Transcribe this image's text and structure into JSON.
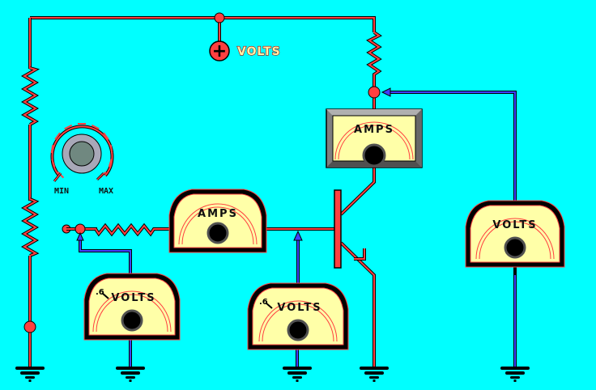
{
  "diagram": {
    "title": "Transistor bias circuit with meters",
    "background_color": "#00ffff",
    "wire_color": "#ff4040",
    "probe_color": "#4040ff",
    "meter_face_color": "#ffffa8"
  },
  "supply": {
    "symbol": "+",
    "label": "VOLTS"
  },
  "knob": {
    "min_label": "MIN",
    "max_label": "MAX"
  },
  "meters": {
    "collector_ammeter": {
      "label": "AMPS"
    },
    "base_ammeter": {
      "label": "AMPS"
    },
    "input_voltmeter": {
      "label": "VOLTS",
      "tick": ".6"
    },
    "base_voltmeter": {
      "label": "VOLTS",
      "tick": ".6"
    },
    "collector_voltmeter": {
      "label": "VOLTS"
    }
  }
}
